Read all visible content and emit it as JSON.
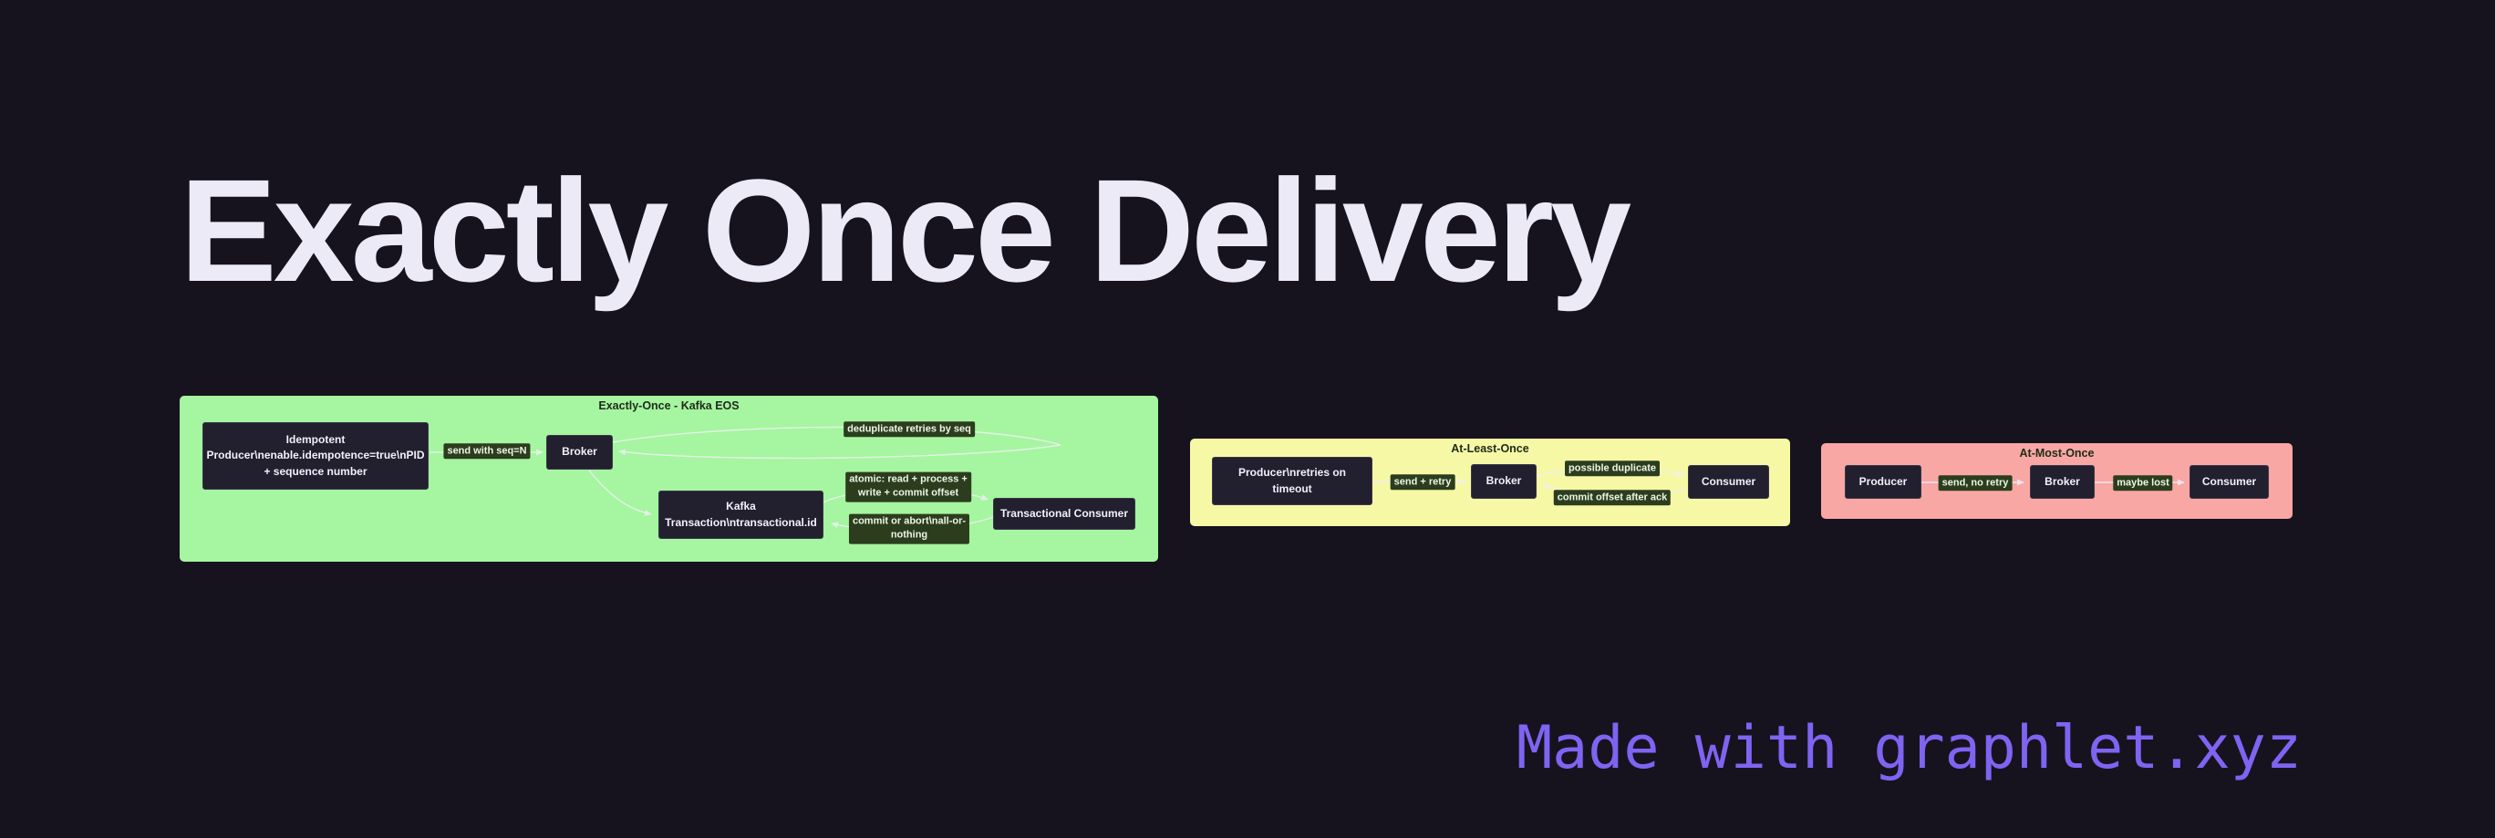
{
  "title": "Exactly Once Delivery",
  "credit": "Made with graphlet.xyz",
  "colors": {
    "background": "#16131f",
    "title_text": "#eceaf6",
    "credit_text": "#7f64f2",
    "node_bg": "#221f2e",
    "node_text": "#f2f0fa",
    "label_bg": "#2b3d1d",
    "label_text": "#edf6e6",
    "edge_line": "#eef0f6",
    "panel_title": "#1e2b1a",
    "panel_exactly_once": "#a6f5a0",
    "panel_at_least_once": "#f7f8a6",
    "panel_at_most_once": "#f8a7a4"
  },
  "panels": {
    "exactly_once": {
      "title": "Exactly-Once - Kafka EOS",
      "nodes": {
        "idempotent_producer": {
          "lines": [
            "Idempotent",
            "Producer\\nenable.idempotence=true\\nPID",
            "+ sequence number"
          ]
        },
        "broker": {
          "lines": [
            "Broker"
          ]
        },
        "kafka_transaction": {
          "lines": [
            "Kafka",
            "Transaction\\ntransactional.id"
          ]
        },
        "transactional_consumer": {
          "lines": [
            "Transactional Consumer"
          ]
        }
      },
      "edge_labels": {
        "send_seq": {
          "lines": [
            "send with seq=N"
          ]
        },
        "dedup": {
          "lines": [
            "deduplicate retries by seq"
          ]
        },
        "atomic": {
          "lines": [
            "atomic: read + process +",
            "write + commit offset"
          ]
        },
        "commit_abort": {
          "lines": [
            "commit or abort\\nall-or-",
            "nothing"
          ]
        }
      }
    },
    "at_least_once": {
      "title": "At-Least-Once",
      "nodes": {
        "producer": {
          "lines": [
            "Producer\\nretries on",
            "timeout"
          ]
        },
        "broker": {
          "lines": [
            "Broker"
          ]
        },
        "consumer": {
          "lines": [
            "Consumer"
          ]
        }
      },
      "edge_labels": {
        "send_retry": {
          "lines": [
            "send + retry"
          ]
        },
        "possible_duplicate": {
          "lines": [
            "possible duplicate"
          ]
        },
        "commit_offset": {
          "lines": [
            "commit offset after ack"
          ]
        }
      }
    },
    "at_most_once": {
      "title": "At-Most-Once",
      "nodes": {
        "producer": {
          "lines": [
            "Producer"
          ]
        },
        "broker": {
          "lines": [
            "Broker"
          ]
        },
        "consumer": {
          "lines": [
            "Consumer"
          ]
        }
      },
      "edge_labels": {
        "send_no_retry": {
          "lines": [
            "send, no retry"
          ]
        },
        "maybe_lost": {
          "lines": [
            "maybe lost"
          ]
        }
      }
    }
  }
}
